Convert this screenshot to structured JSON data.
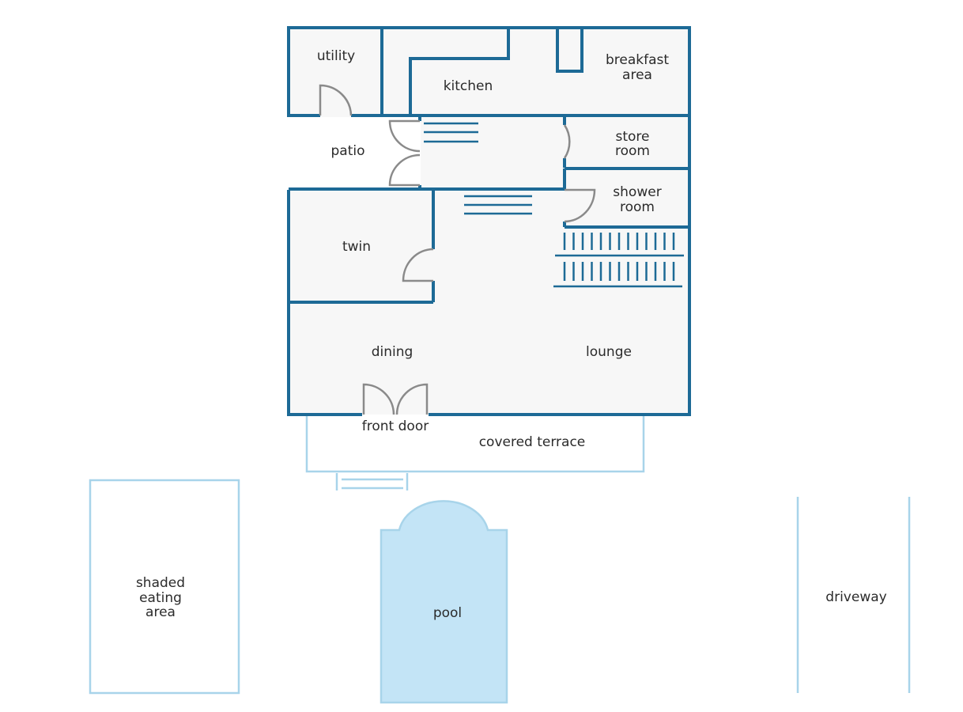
{
  "colors": {
    "wall": "#1d6a96",
    "outdoor": "#a8d4ea",
    "floor": "#f7f7f7",
    "pool": "#c3e4f6",
    "door": "#8a8a8a",
    "text": "#2b2b2b"
  },
  "rooms": {
    "utility": "utility",
    "kitchen": "kitchen",
    "breakfast_line1": "breakfast",
    "breakfast_line2": "area",
    "patio": "patio",
    "store_line1": "store",
    "store_line2": "room",
    "shower_line1": "shower",
    "shower_line2": "room",
    "twin": "twin",
    "dining": "dining",
    "lounge": "lounge",
    "front_door": "front door",
    "covered_terrace": "covered terrace",
    "shaded_line1": "shaded",
    "shaded_line2": "eating",
    "shaded_line3": "area",
    "pool": "pool",
    "driveway": "driveway"
  }
}
